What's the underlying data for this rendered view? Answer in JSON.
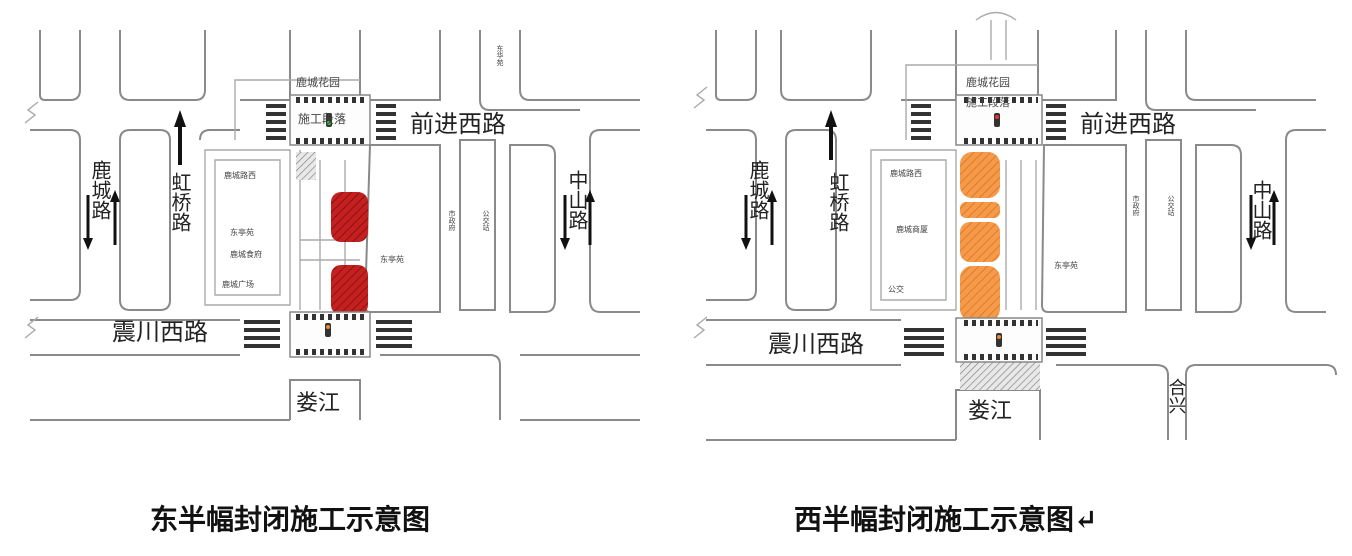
{
  "maps": [
    {
      "roads": {
        "qianjin_west": "前进西路",
        "zhenchuan_west": "震川西路",
        "luxian": "鹿城路",
        "hongqiao": "虹桥路",
        "zhongshan": "中山路",
        "loujiang": "娄江"
      },
      "signs": {
        "construction_section": "施工段落",
        "top_block": "鹿城花园",
        "block_2": "鹿城路西",
        "block_3": "东亭苑",
        "block_4": "鹿城食府",
        "block_5": "鹿城广场",
        "east_block": "东亭苑",
        "east_label_a": "市政府",
        "east_label_b": "公交站",
        "east_label_c": "东华苑"
      },
      "closure_color": "#c42020",
      "caption": "东半幅封闭施工示意图"
    },
    {
      "roads": {
        "qianjin_west": "前进西路",
        "zhenchuan_west": "震川西路",
        "luxian": "鹿城路",
        "hongqiao": "虹桥路",
        "zhongshan": "中山路",
        "loujiang": "娄江",
        "hexing": "合兴"
      },
      "signs": {
        "construction_section": "施工段落",
        "top_block": "鹿城花园",
        "block_2": "鹿城路西",
        "block_3": "鹿城商厦",
        "east_block": "东亭苑",
        "east_label_a": "市政府",
        "east_label_b": "公交站",
        "mark": "公交"
      },
      "closure_color": "#f59a4a",
      "caption": "西半幅封闭施工示意图↵"
    }
  ]
}
